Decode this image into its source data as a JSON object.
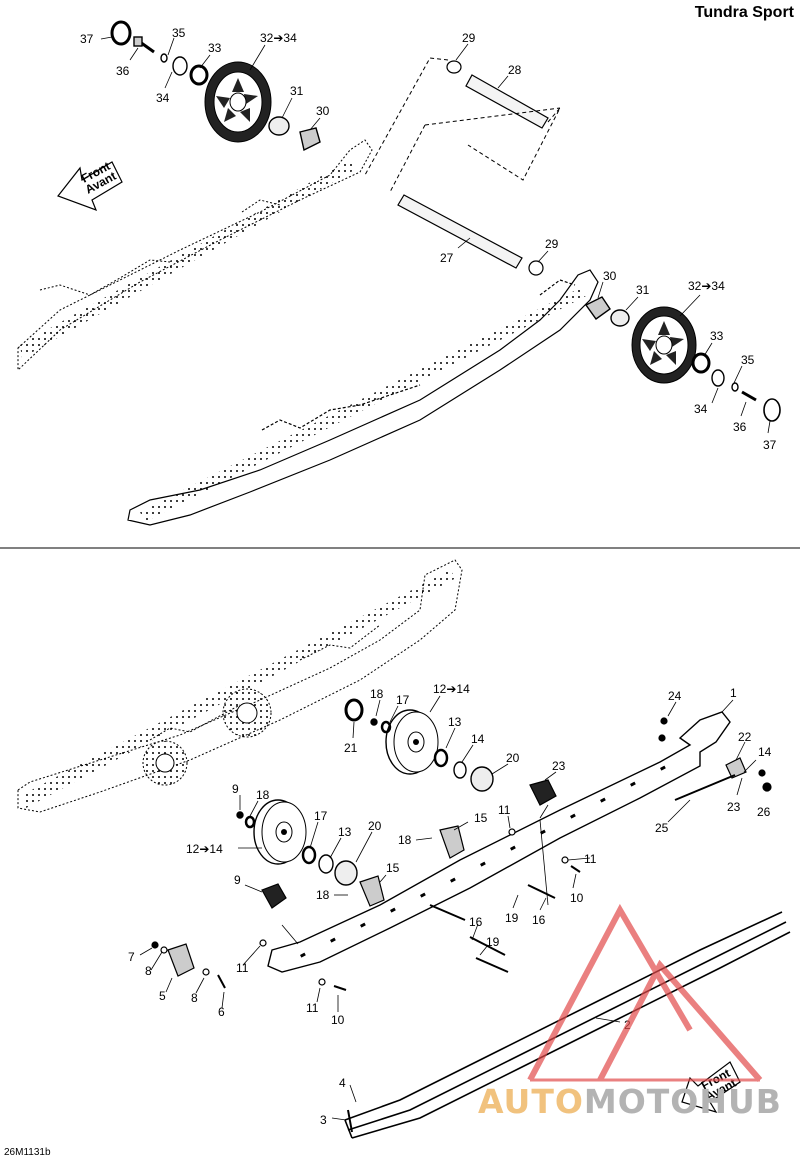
{
  "header": {
    "model": "Tundra Sport"
  },
  "footer": {
    "drawing_code": "26M1131b"
  },
  "watermark": {
    "part1": "AUTO",
    "part2": "MOTOHUB",
    "color_light": "#f1c27e",
    "color_grey": "#b3b3b3",
    "color_red": "#e24b4b"
  },
  "direction_arrows": [
    {
      "line1": "Front",
      "line2": "Avant"
    },
    {
      "line1": "Front",
      "line2": "Avant"
    }
  ],
  "callouts": {
    "top": [
      "37",
      "35",
      "33",
      "32➔34",
      "36",
      "34",
      "31",
      "30",
      "29",
      "28",
      "27",
      "29",
      "30",
      "31",
      "32➔34",
      "33",
      "35",
      "34",
      "36",
      "37"
    ],
    "bottom": [
      "18",
      "17",
      "12➔14",
      "24",
      "1",
      "21",
      "13",
      "14",
      "20",
      "22",
      "23",
      "9",
      "18",
      "17",
      "13",
      "14",
      "20",
      "23",
      "26",
      "11",
      "15",
      "18",
      "11",
      "25",
      "12➔14",
      "10",
      "15",
      "9",
      "18",
      "19",
      "16",
      "16",
      "19",
      "11",
      "7",
      "8",
      "5",
      "8",
      "6",
      "11",
      "10",
      "2",
      "4",
      "3"
    ]
  }
}
